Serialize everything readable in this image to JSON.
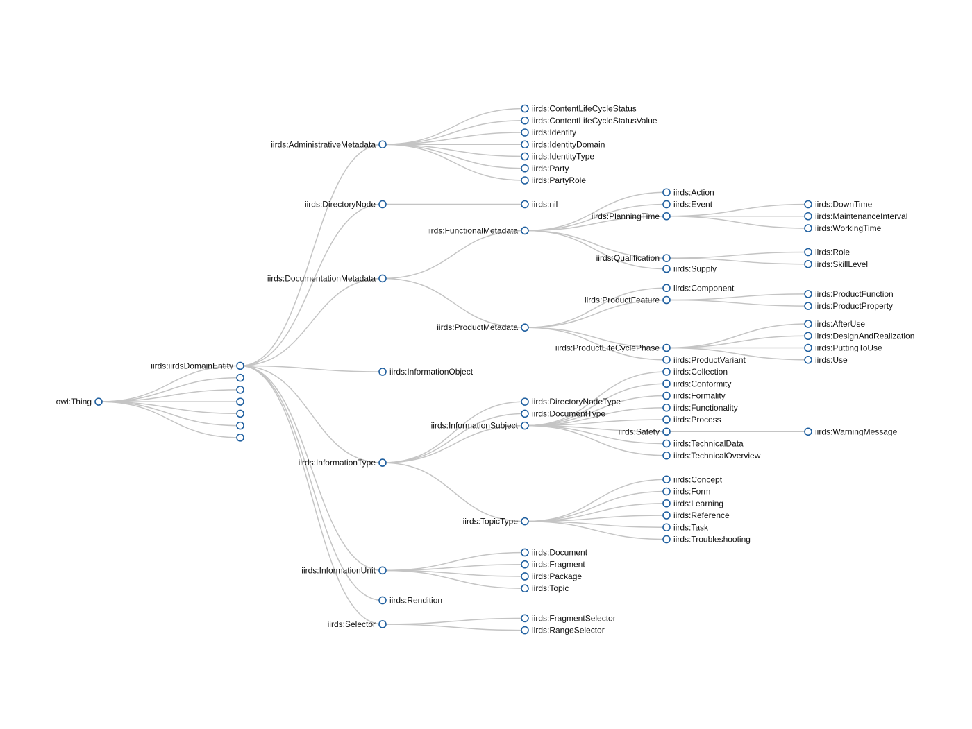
{
  "tree": {
    "name": "owl:Thing",
    "children": [
      {
        "name": "iirds:iirdsDomainEntity",
        "children": [
          {
            "name": "iirds:AdministrativeMetadata",
            "children": [
              {
                "name": "iirds:ContentLifeCycleStatus"
              },
              {
                "name": "iirds:ContentLifeCycleStatusValue"
              },
              {
                "name": "iirds:Identity"
              },
              {
                "name": "iirds:IdentityDomain"
              },
              {
                "name": "iirds:IdentityType"
              },
              {
                "name": "iirds:Party"
              },
              {
                "name": "iirds:PartyRole"
              }
            ]
          },
          {
            "name": "iirds:DirectoryNode",
            "children": [
              {
                "name": "iirds:nil"
              }
            ]
          },
          {
            "name": "iirds:DocumentationMetadata",
            "children": [
              {
                "name": "iirds:FunctionalMetadata",
                "children": [
                  {
                    "name": "iirds:Action"
                  },
                  {
                    "name": "iirds:Event"
                  },
                  {
                    "name": "iirds:PlanningTime",
                    "children": [
                      {
                        "name": "iirds:DownTime"
                      },
                      {
                        "name": "iirds:MaintenanceInterval"
                      },
                      {
                        "name": "iirds:WorkingTime"
                      }
                    ]
                  },
                  {
                    "name": "iirds:Qualification",
                    "children": [
                      {
                        "name": "iirds:Role"
                      },
                      {
                        "name": "iirds:SkillLevel"
                      }
                    ]
                  },
                  {
                    "name": "iirds:Supply"
                  }
                ]
              },
              {
                "name": "iirds:ProductMetadata",
                "children": [
                  {
                    "name": "iirds:Component"
                  },
                  {
                    "name": "iirds:ProductFeature",
                    "children": [
                      {
                        "name": "iirds:ProductFunction"
                      },
                      {
                        "name": "iirds:ProductProperty"
                      }
                    ]
                  },
                  {
                    "name": "iirds:ProductLifeCyclePhase",
                    "children": [
                      {
                        "name": "iirds:AfterUse"
                      },
                      {
                        "name": "iirds:DesignAndRealization"
                      },
                      {
                        "name": "iirds:PuttingToUse"
                      },
                      {
                        "name": "iirds:Use"
                      }
                    ]
                  },
                  {
                    "name": "iirds:ProductVariant"
                  }
                ]
              }
            ]
          },
          {
            "name": "iirds:InformationObject"
          },
          {
            "name": "iirds:InformationType",
            "children": [
              {
                "name": "iirds:DirectoryNodeType"
              },
              {
                "name": "iirds:DocumentType"
              },
              {
                "name": "iirds:InformationSubject",
                "children": [
                  {
                    "name": "iirds:Collection"
                  },
                  {
                    "name": "iirds:Conformity"
                  },
                  {
                    "name": "iirds:Formality"
                  },
                  {
                    "name": "iirds:Functionality"
                  },
                  {
                    "name": "iirds:Process"
                  },
                  {
                    "name": "iirds:Safety",
                    "children": [
                      {
                        "name": "iirds:WarningMessage"
                      }
                    ]
                  },
                  {
                    "name": "iirds:TechnicalData"
                  },
                  {
                    "name": "iirds:TechnicalOverview"
                  }
                ]
              },
              {
                "name": "iirds:TopicType",
                "children": [
                  {
                    "name": "iirds:Concept"
                  },
                  {
                    "name": "iirds:Form"
                  },
                  {
                    "name": "iirds:Learning"
                  },
                  {
                    "name": "iirds:Reference"
                  },
                  {
                    "name": "iirds:Task"
                  },
                  {
                    "name": "iirds:Troubleshooting"
                  }
                ]
              }
            ]
          },
          {
            "name": "iirds:InformationUnit",
            "children": [
              {
                "name": "iirds:Document"
              },
              {
                "name": "iirds:Fragment"
              },
              {
                "name": "iirds:Package"
              },
              {
                "name": "iirds:Topic"
              }
            ]
          },
          {
            "name": "iirds:Rendition"
          },
          {
            "name": "iirds:Selector",
            "children": [
              {
                "name": "iirds:FragmentSelector"
              },
              {
                "name": "iirds:RangeSelector"
              }
            ]
          }
        ]
      },
      {
        "name": ""
      },
      {
        "name": ""
      },
      {
        "name": ""
      },
      {
        "name": ""
      },
      {
        "name": ""
      },
      {
        "name": ""
      }
    ]
  },
  "colors": {
    "link": "#c4c4c4",
    "node_stroke": "#1f5f9f",
    "node_fill": "#ffffff",
    "label": "#111111"
  }
}
